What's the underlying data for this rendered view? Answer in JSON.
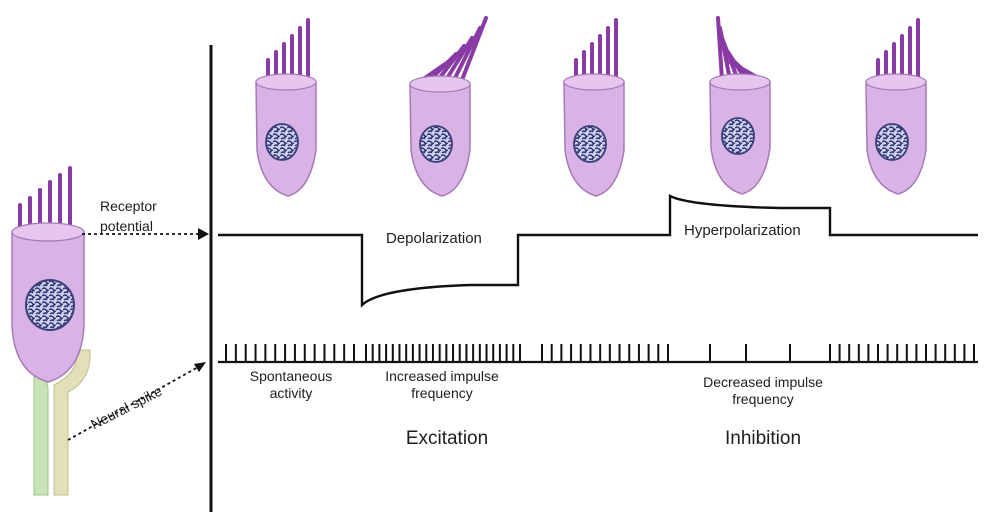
{
  "labels": {
    "receptor_potential_line1": "Receptor",
    "receptor_potential_line2": "potential",
    "neural_spike": "Neural spike",
    "depolarization": "Depolarization",
    "hyperpolarization": "Hyperpolarization",
    "spontaneous_line1": "Spontaneous",
    "spontaneous_line2": "activity",
    "increased_line1": "Increased impulse",
    "increased_line2": "frequency",
    "decreased_line1": "Decreased impulse",
    "decreased_line2": "frequency",
    "excitation": "Excitation",
    "inhibition": "Inhibition"
  },
  "colors": {
    "cell_fill": "#d9b2e6",
    "cell_stroke": "#a67ab8",
    "stereocilia": "#8a3aa5",
    "nucleus": "#3c3f7a",
    "nerve_green": "#c8e3b8",
    "nerve_tan": "#e3dfb8",
    "line": "#111111"
  }
}
